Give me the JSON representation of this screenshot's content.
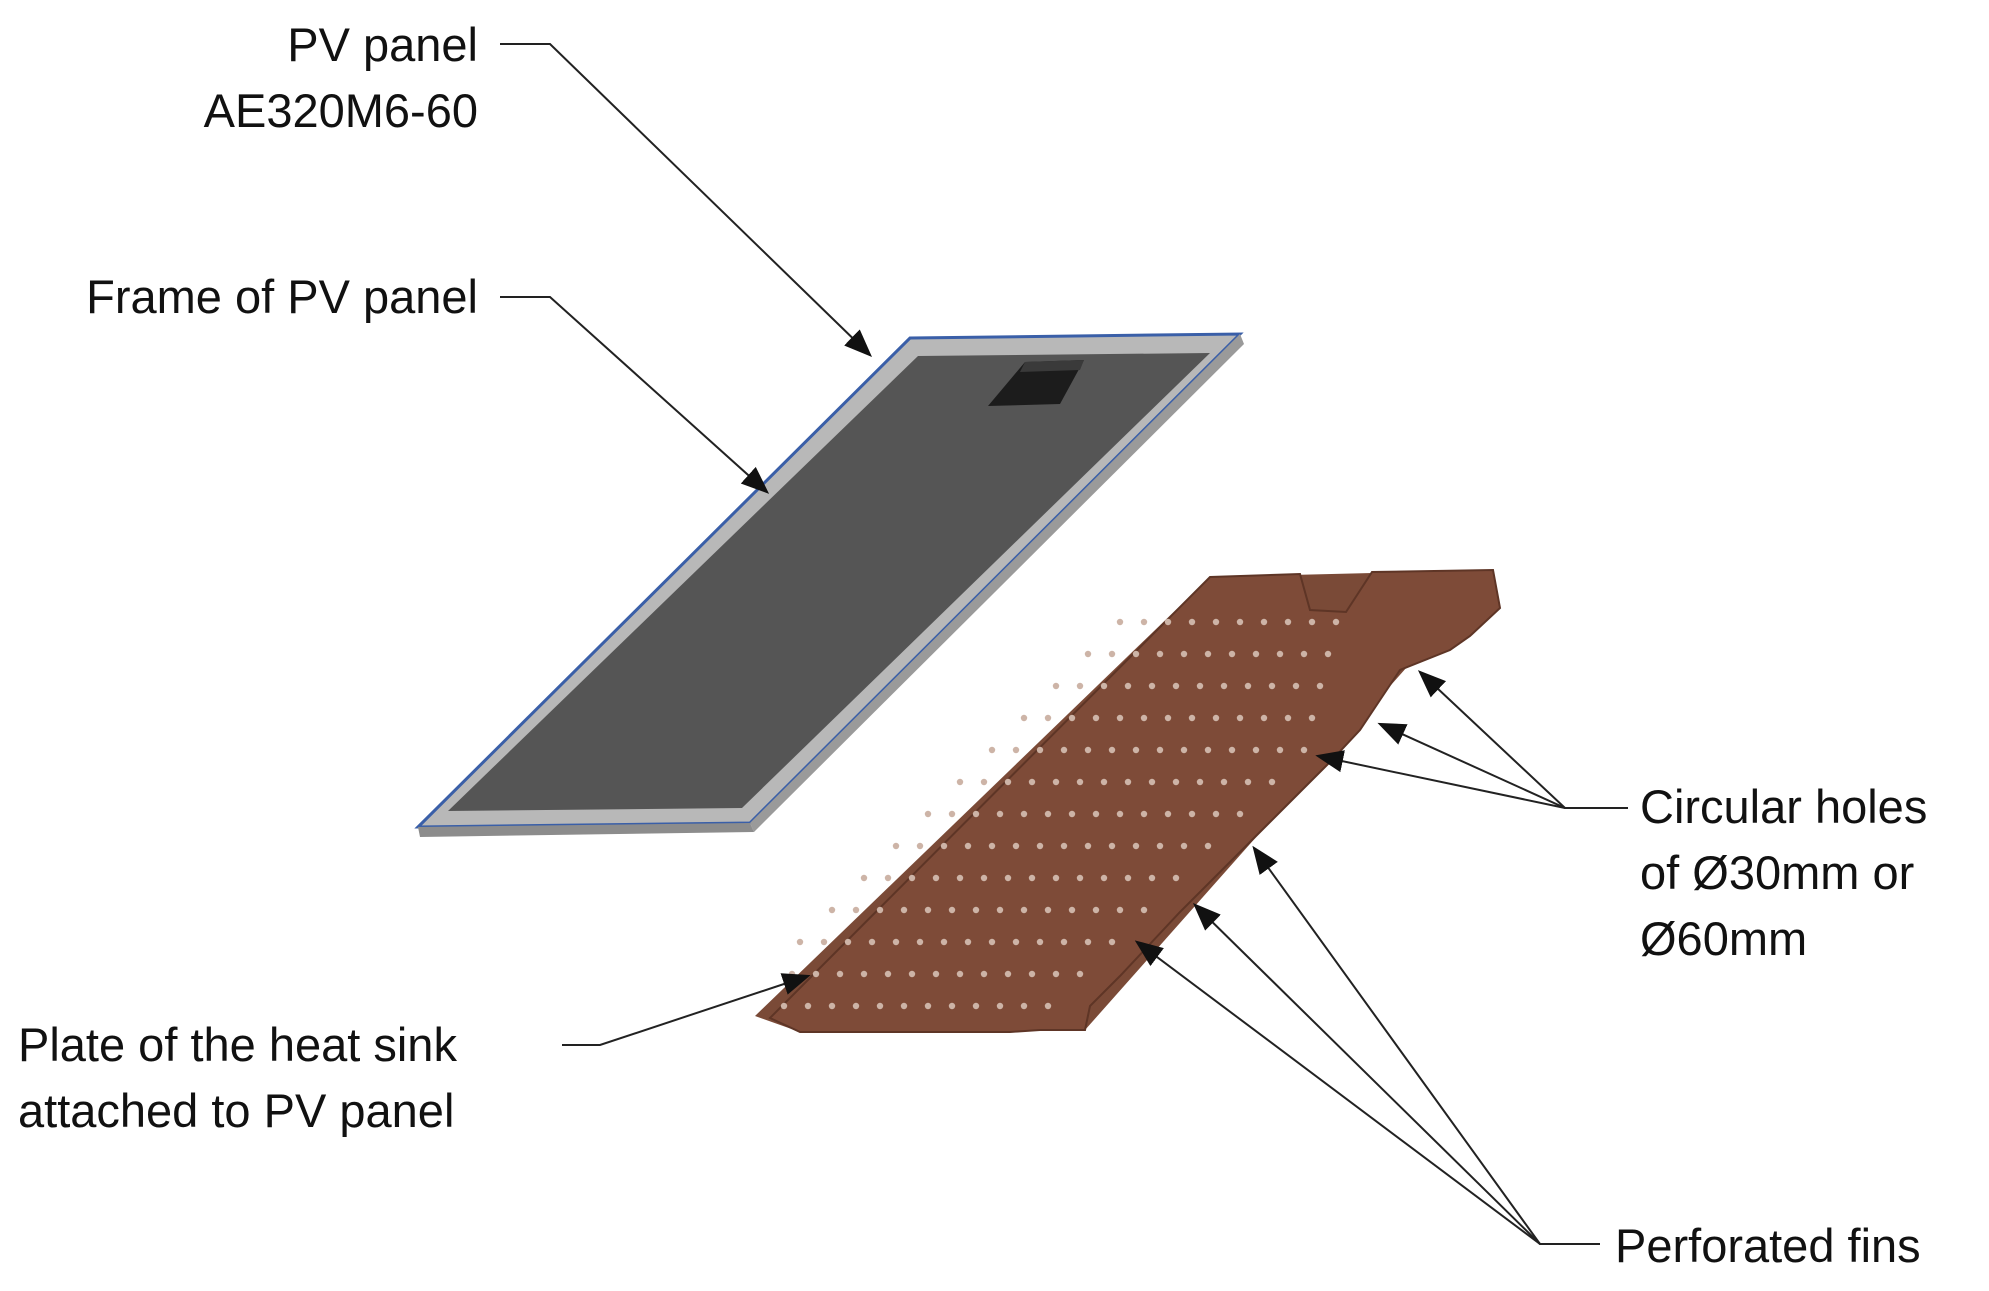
{
  "labels": {
    "pv_panel": [
      "PV panel",
      "AE320M6-60"
    ],
    "frame": [
      "Frame of PV panel"
    ],
    "plate": [
      "Plate of the heat sink",
      "attached to PV panel"
    ],
    "holes": [
      "Circular holes",
      "of Ø30mm or",
      "Ø60mm"
    ],
    "fins": [
      "Perforated fins"
    ]
  },
  "colors": {
    "panel_surface": "#555555",
    "panel_frame": "#b4b4b4",
    "panel_frame_edge": "#3a5fa8",
    "junction_box": "#1a1a1a",
    "heat_sink": "#7a4a37",
    "heat_sink_shadow": "#5e3526",
    "holes": "#c9b2a6",
    "leader": "#222222"
  }
}
